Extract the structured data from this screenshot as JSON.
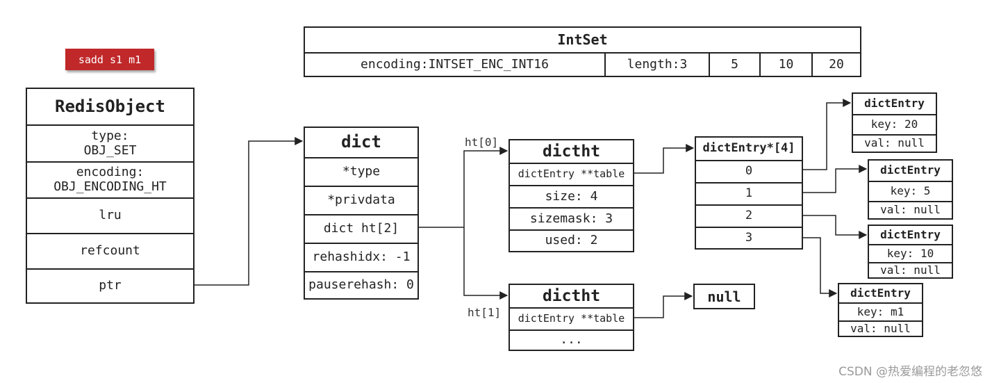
{
  "command": {
    "label": "sadd s1 m1",
    "color": "#c0282a"
  },
  "intset": {
    "title": "IntSet",
    "encoding": "encoding:INTSET_ENC_INT16",
    "length": "length:3",
    "values": [
      "5",
      "10",
      "20"
    ]
  },
  "redis_object": {
    "title": "RedisObject",
    "type": [
      "type:",
      "OBJ_SET"
    ],
    "encoding": [
      "encoding:",
      "OBJ_ENCODING_HT"
    ],
    "lru": "lru",
    "refcount": "refcount",
    "ptr": "ptr"
  },
  "dict": {
    "title": "dict",
    "fields": [
      "*type",
      "*privdata",
      "dict ht[2]",
      "rehashidx: -1",
      "pauserehash: 0"
    ]
  },
  "ht0": {
    "label": "ht[0]",
    "title": "dictht",
    "fields": [
      "dictEntry **table",
      "size: 4",
      "sizemask: 3",
      "used: 2"
    ]
  },
  "ht1": {
    "label": "ht[1]",
    "title": "dictht",
    "fields": [
      "dictEntry **table",
      "..."
    ]
  },
  "null_box": "null",
  "table_array": {
    "title": "dictEntry*[4]",
    "slots": [
      "0",
      "1",
      "2",
      "3"
    ]
  },
  "entries": [
    {
      "title": "dictEntry",
      "key": "key: 20",
      "val": "val: null"
    },
    {
      "title": "dictEntry",
      "key": "key: 5",
      "val": "val: null"
    },
    {
      "title": "dictEntry",
      "key": "key: 10",
      "val": "val: null"
    },
    {
      "title": "dictEntry",
      "key": "key: m1",
      "val": "val: null"
    }
  ],
  "watermark": "CSDN @热爱编程的老忽悠"
}
